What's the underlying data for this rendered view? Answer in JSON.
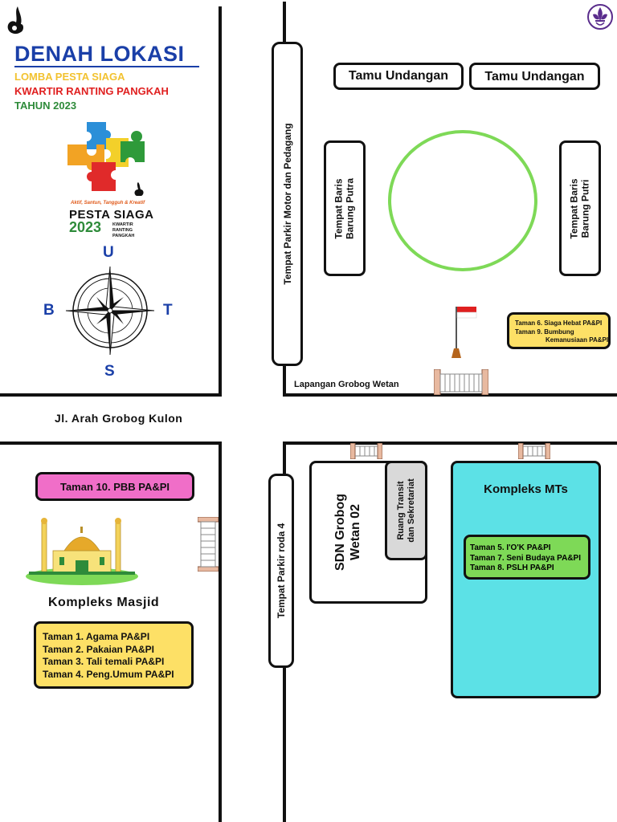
{
  "header": {
    "title": "DENAH LOKASI",
    "line1": "LOMBA PESTA SIAGA",
    "line2": "KWARTIR RANTING PANGKAH",
    "line3": "TAHUN 2023"
  },
  "logo": {
    "tagline": "Aktif, Santun, Tangguh & Kreatif",
    "name": "PESTA SIAGA",
    "year": "2023",
    "org": "KWARTIR RANTING PANGKAH"
  },
  "compass": {
    "north": "U",
    "south": "S",
    "west": "B",
    "east": "T"
  },
  "colors": {
    "title_blue": "#1a3fa8",
    "yellow_text": "#f2c230",
    "red_text": "#e02020",
    "green_text": "#2e8b3a",
    "yellow_box": "#fde066",
    "pink_box": "#f06ec8",
    "green_box": "#7ed957",
    "cyan_box": "#5ce1e6",
    "grey_box": "#d9d9d9",
    "circle_green": "#7ed957"
  },
  "map": {
    "parking_motor": "Tempat Parkir Motor dan Pedagang",
    "guest_1": "Tamu Undangan",
    "guest_2": "Tamu Undangan",
    "baris_putra_1": "Tempat Baris",
    "baris_putra_2": "Barung Putra",
    "baris_putri_1": "Tempat Baris",
    "baris_putri_2": "Barung Putri",
    "taman_top": [
      "Taman 6. Siaga Hebat PA&PI",
      "Taman 9. Bumbung",
      "Kemanusiaan PA&PI"
    ],
    "field_label": "Lapangan Grobog Wetan",
    "road_label": "Jl. Arah Grobog Kulon",
    "taman10": "Taman 10. PBB PA&PI",
    "masjid_label": "Kompleks Masjid",
    "taman_masjid": [
      "Taman 1. Agama PA&PI",
      "Taman 2. Pakaian PA&PI",
      "Taman 3. Tali temali PA&PI",
      "Taman 4. Peng.Umum PA&PI"
    ],
    "parking_car": "Tempat Parkir roda 4",
    "sdn_1": "SDN Grobog",
    "sdn_2": "Wetan 02",
    "transit_1": "Ruang Transit",
    "transit_2": "dan Sekretariat",
    "mts_label": "Kompleks MTs",
    "taman_mts": [
      "Taman 5. I'O'K PA&PI",
      "Taman 7. Seni Budaya PA&PI",
      "Taman 8. PSLH PA&PI"
    ]
  }
}
